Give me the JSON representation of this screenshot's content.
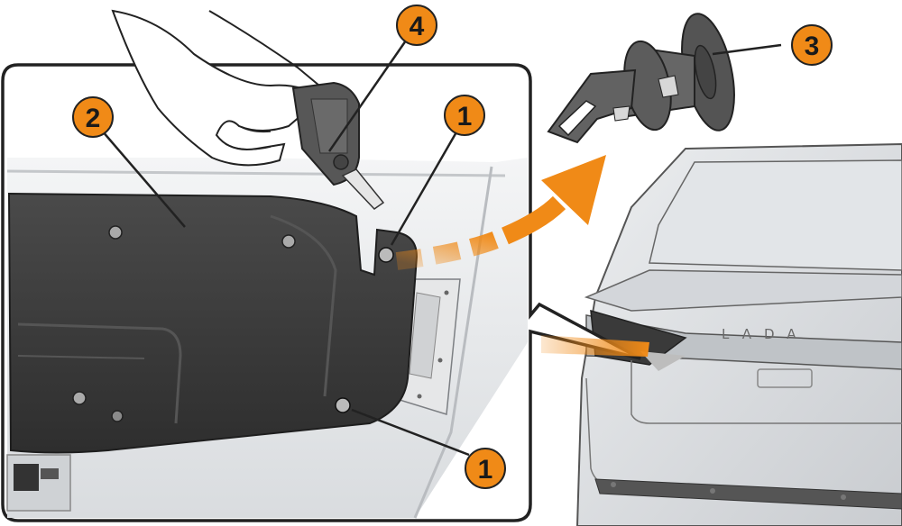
{
  "figure": {
    "callouts": [
      {
        "id": "callout-2",
        "label": "2"
      },
      {
        "id": "callout-4",
        "label": "4"
      },
      {
        "id": "callout-1-top",
        "label": "1"
      },
      {
        "id": "callout-3",
        "label": "3"
      },
      {
        "id": "callout-1-bottom",
        "label": "1"
      }
    ],
    "car_badge": "LADA",
    "colors": {
      "callout_fill": "#f08a17",
      "arrow": "#f08a17",
      "trim_panel": "#3b3b3b",
      "outline": "#222222"
    },
    "icons": [
      "hand-with-key-icon",
      "plastic-clip-icon",
      "car-rear-icon"
    ]
  }
}
